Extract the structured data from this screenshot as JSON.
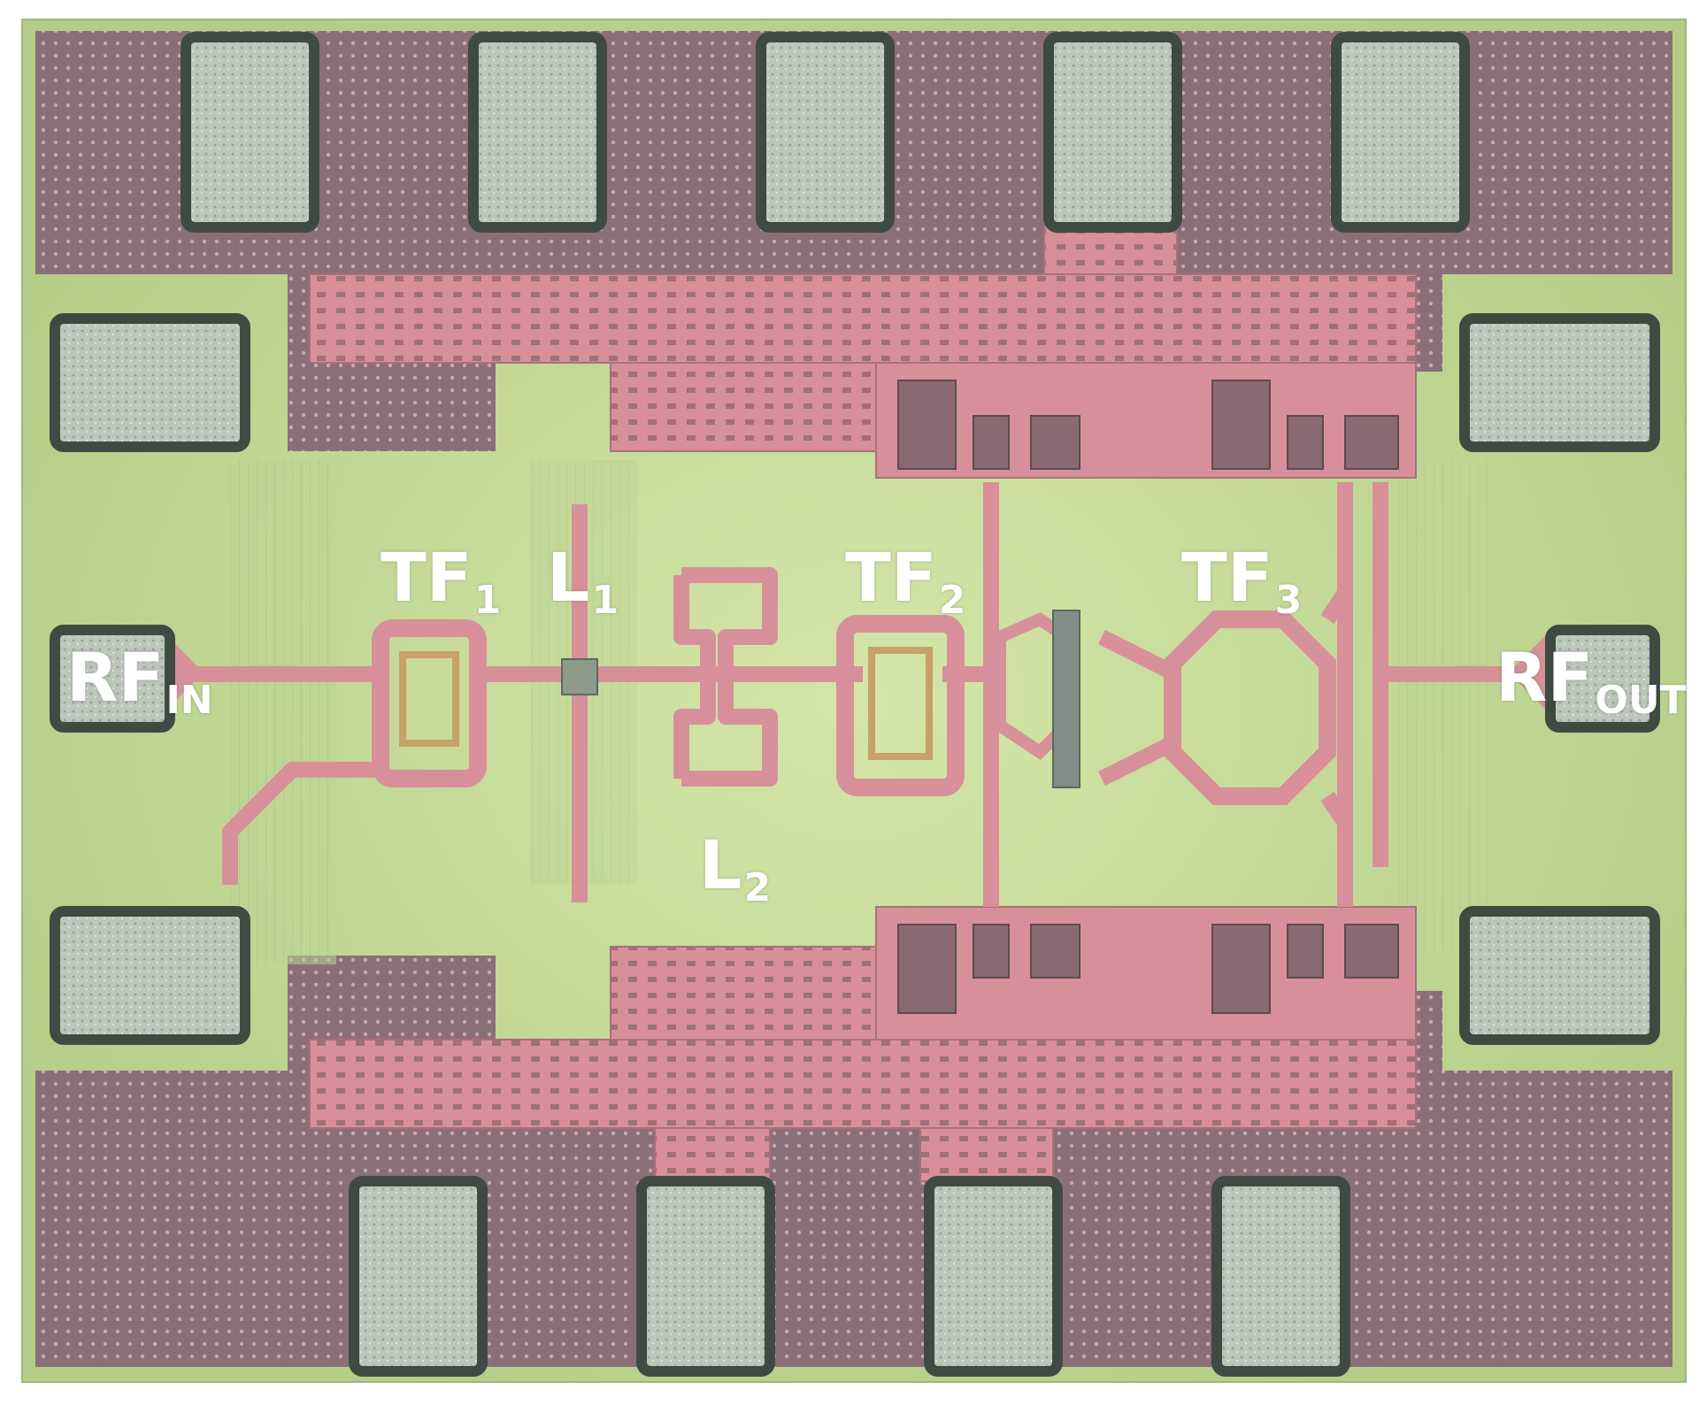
{
  "labels": {
    "rf_in": {
      "main": "RF",
      "sub": "IN"
    },
    "rf_out": {
      "main": "RF",
      "sub": "OUT"
    },
    "tf1": {
      "main": "TF",
      "sub": "1"
    },
    "tf2": {
      "main": "TF",
      "sub": "2"
    },
    "tf3": {
      "main": "TF",
      "sub": "3"
    },
    "l1": {
      "main": "L",
      "sub": "1"
    },
    "l2": {
      "main": "L",
      "sub": "2"
    }
  },
  "colors": {
    "substrate": "#c9de9f",
    "substrate_dark": "#b5cd8c",
    "ground_metal": "#8a6f78",
    "trace_metal": "#d7909a",
    "trace_edge": "#a8707a",
    "pad_fill": "#b9c3b8",
    "pad_border": "#3f4a42",
    "label_text": "#ffffff"
  }
}
